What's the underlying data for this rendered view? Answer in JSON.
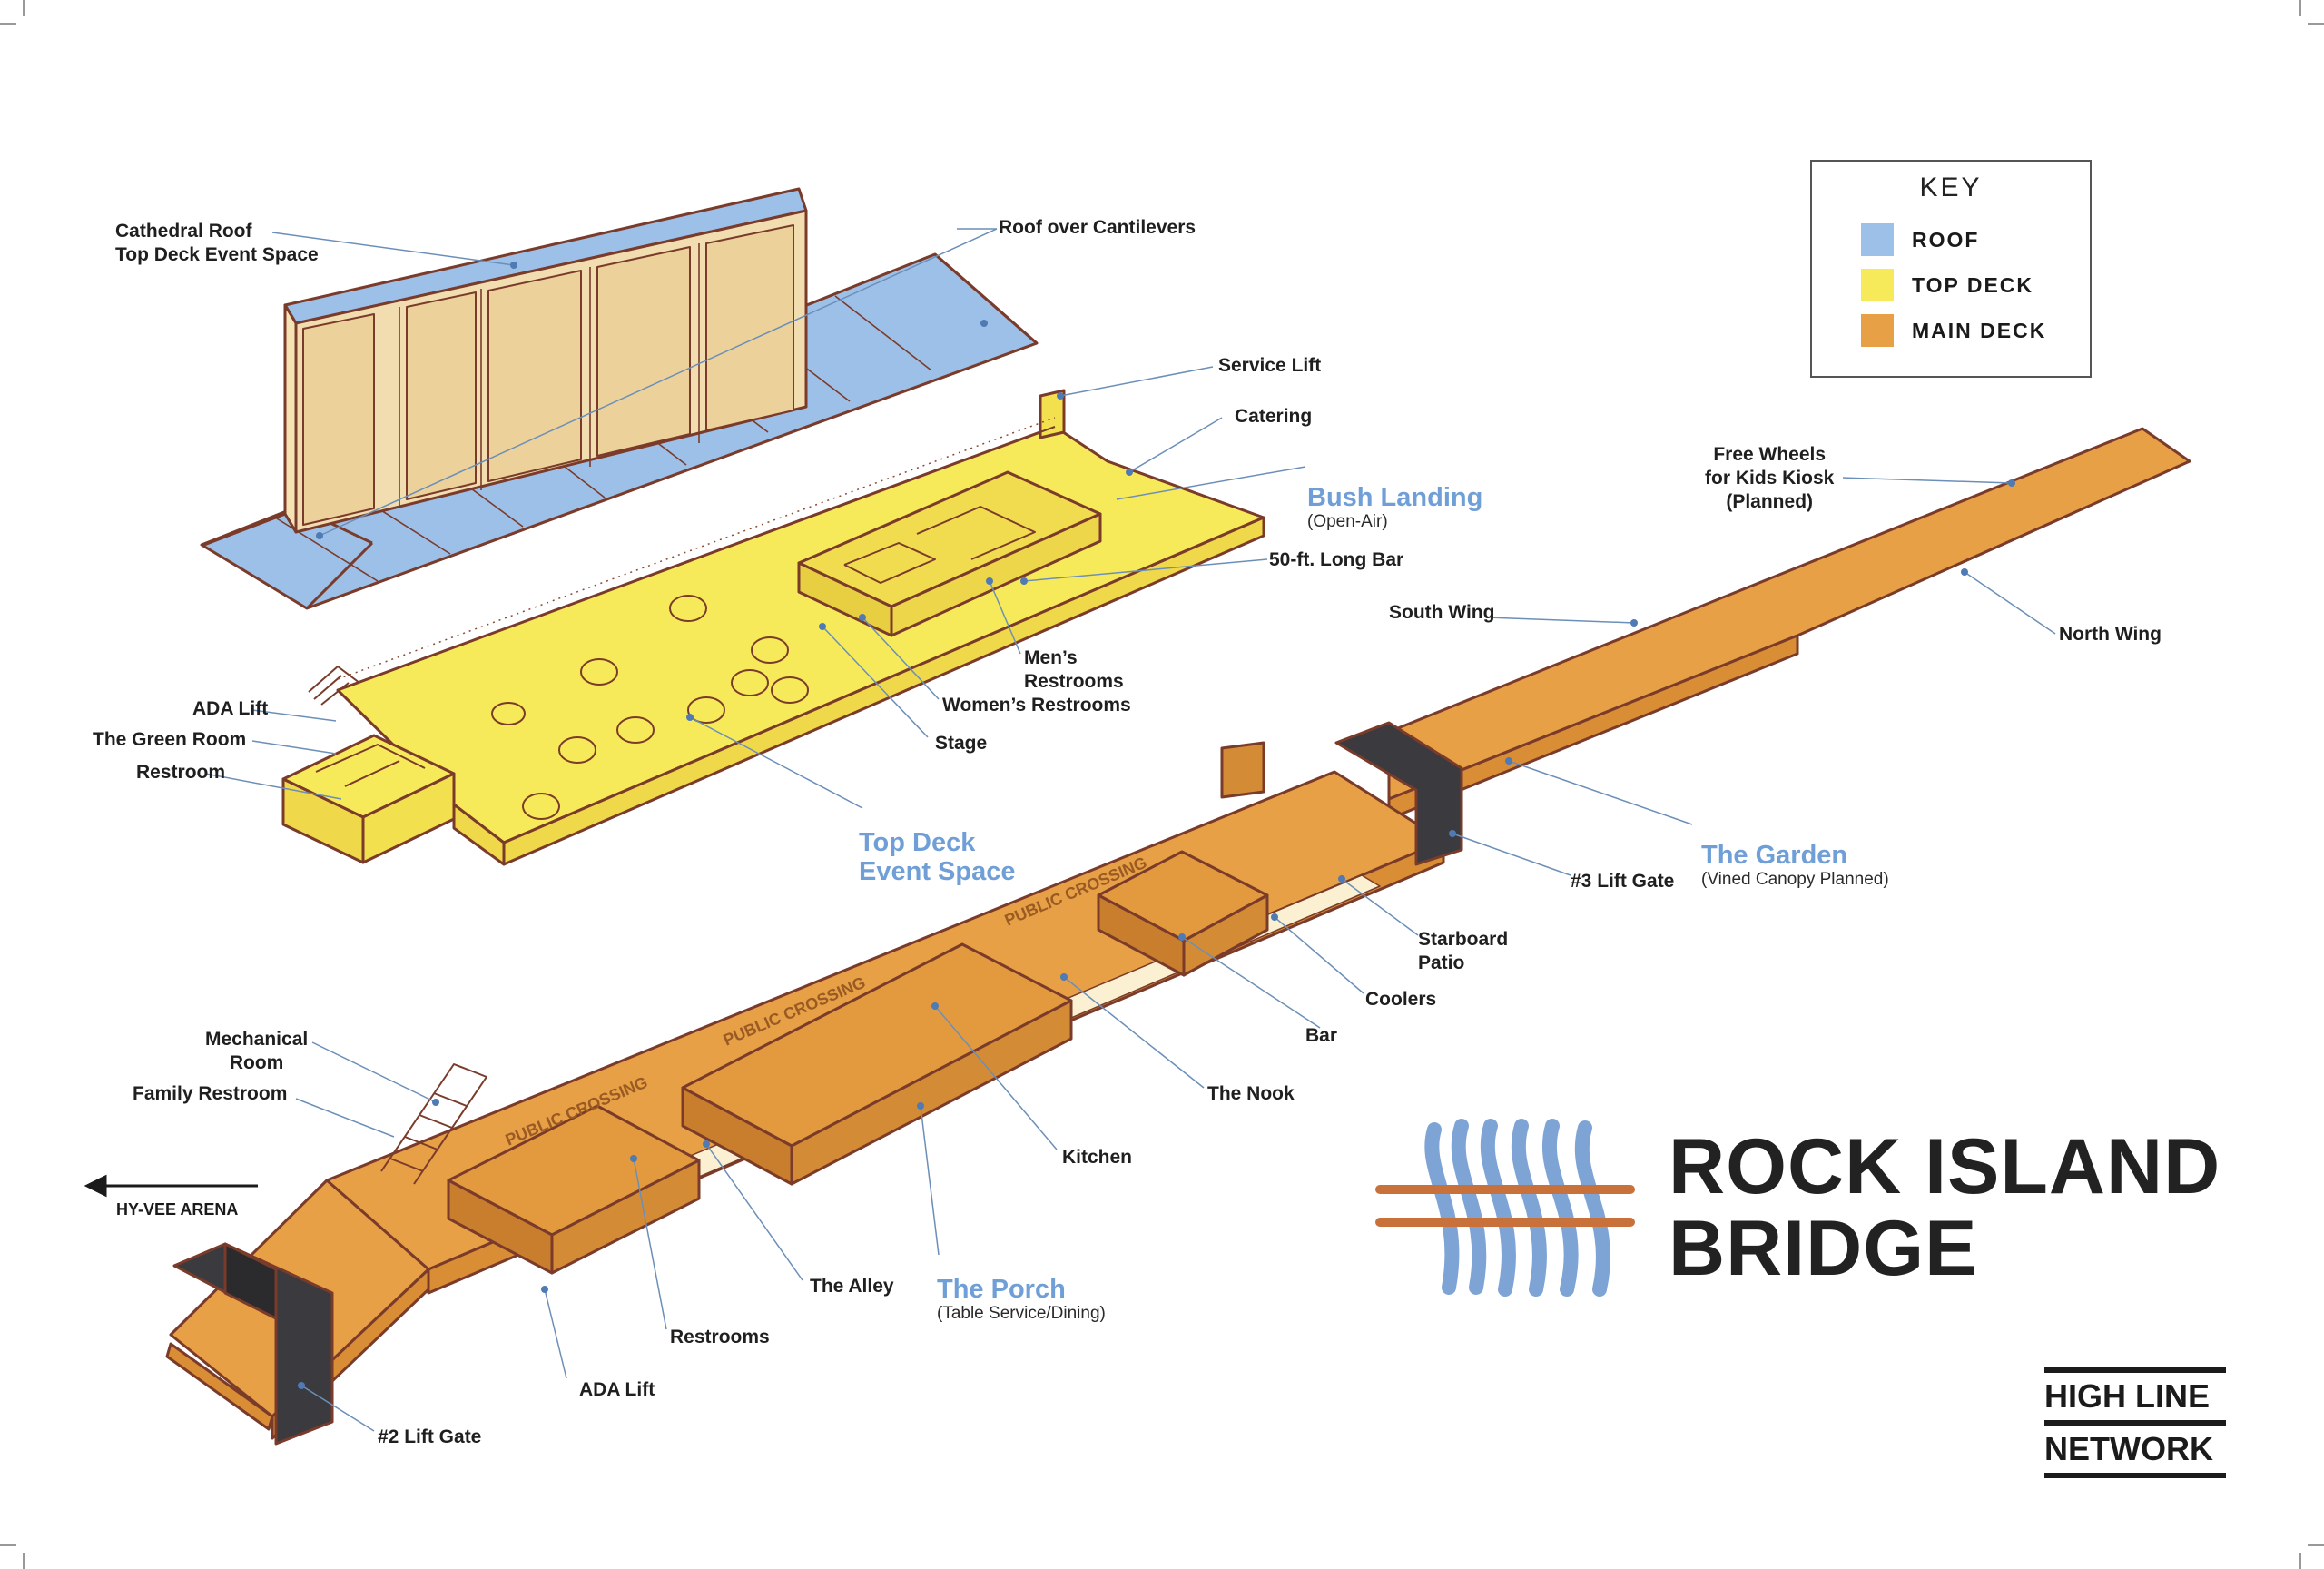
{
  "key": {
    "title": "KEY",
    "items": [
      {
        "label": "ROOF",
        "color": "#9cc0e8"
      },
      {
        "label": "TOP DECK",
        "color": "#f6ea5a"
      },
      {
        "label": "MAIN DECK",
        "color": "#e7a046"
      }
    ]
  },
  "title": "ROCK ISLAND\nBRIDGE",
  "brand": {
    "line1": "HIGH LINE",
    "line2": "NETWORK",
    "logo_colors": [
      "#7ea4d6",
      "#c8713a"
    ]
  },
  "direction": {
    "label": "HY-VEE ARENA",
    "icon": "arrow-left-icon"
  },
  "labels": {
    "cathedral_roof": "Cathedral Roof\nTop Deck Event Space",
    "roof_cantilevers": "Roof over Cantilevers",
    "service_lift": "Service Lift",
    "catering": "Catering",
    "long_bar": "50-ft. Long Bar",
    "mens_restrooms": "Men’s\nRestrooms",
    "womens_restrooms": "Women’s Restrooms",
    "stage": "Stage",
    "ada_lift_top": "ADA Lift",
    "green_room": "The Green Room",
    "restroom_top": "Restroom",
    "free_wheels": "Free Wheels\nfor Kids Kiosk\n(Planned)",
    "south_wing": "South Wing",
    "north_wing": "North Wing",
    "lift_gate_3": "#3 Lift Gate",
    "starboard_patio": "Starboard\nPatio",
    "coolers": "Coolers",
    "bar": "Bar",
    "the_nook": "The Nook",
    "kitchen": "Kitchen",
    "mechanical_room": "Mechanical\nRoom",
    "family_restroom": "Family Restroom",
    "the_alley": "The Alley",
    "restrooms_main": "Restrooms",
    "ada_lift_main": "ADA Lift",
    "lift_gate_2": "#2 Lift Gate",
    "public_crossing": "PUBLIC CROSSING"
  },
  "areas": {
    "bush_landing": {
      "name": "Bush Landing",
      "note": "(Open-Air)"
    },
    "top_deck": {
      "name": "Top Deck\nEvent Space"
    },
    "the_garden": {
      "name": "The Garden",
      "note": "(Vined Canopy Planned)"
    },
    "the_porch": {
      "name": "The Porch",
      "note": "(Table Service/Dining)"
    }
  }
}
